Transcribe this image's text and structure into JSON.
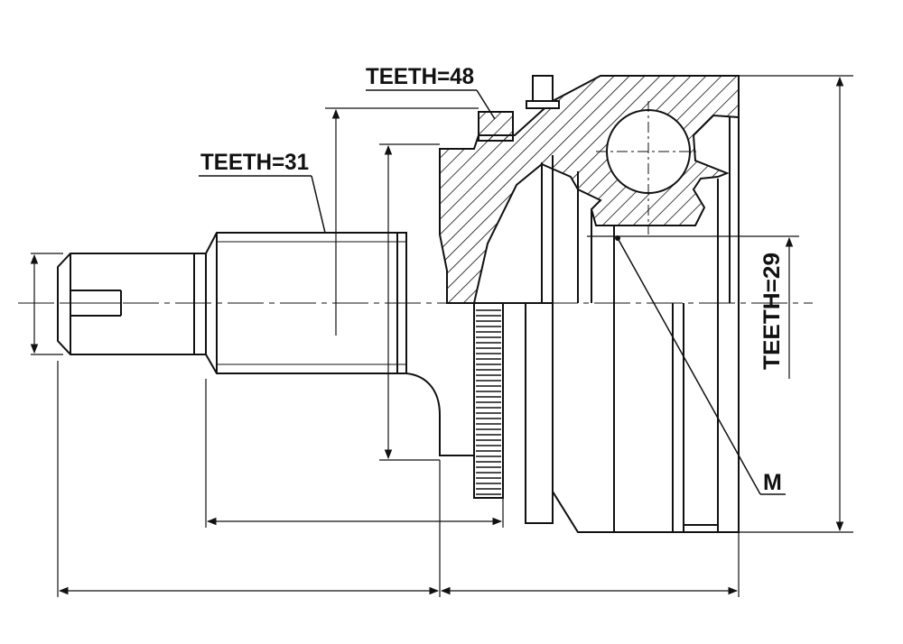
{
  "labels": {
    "teeth_spline": "TEETH=31",
    "teeth_abs_ring": "TEETH=48",
    "teeth_inner": "TEETH=29",
    "thread": "M"
  },
  "colors": {
    "ink": "#111111",
    "background": "#ffffff"
  }
}
